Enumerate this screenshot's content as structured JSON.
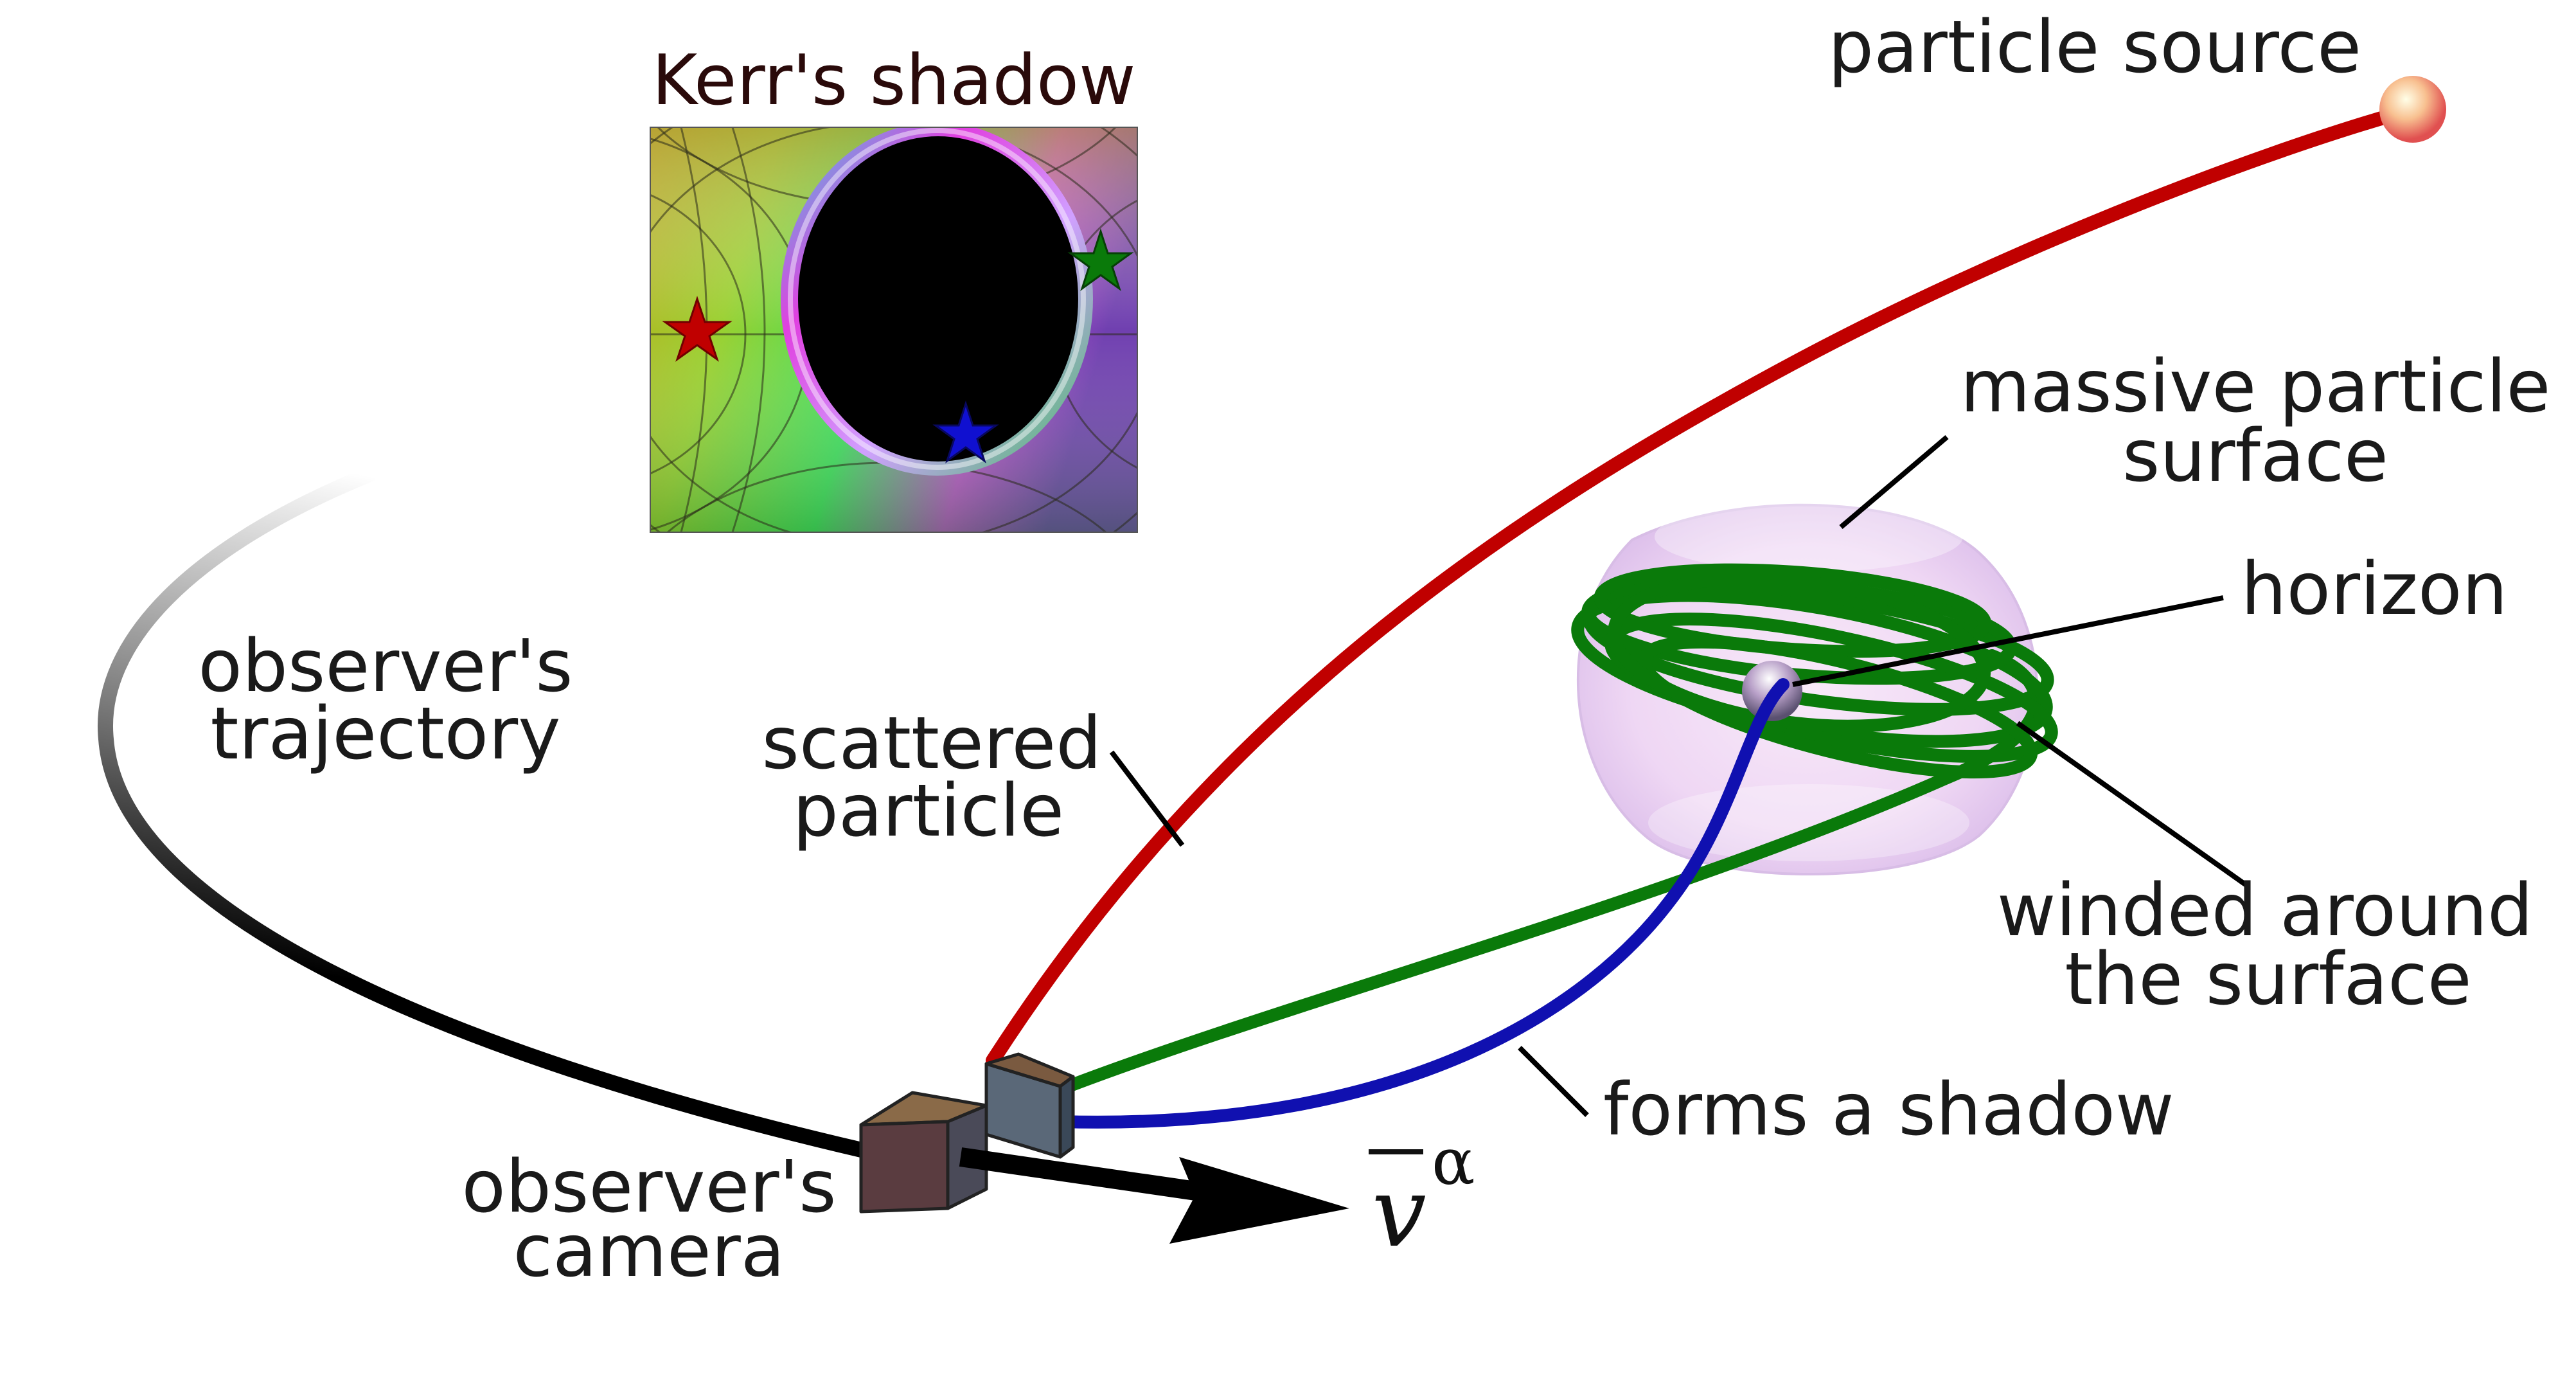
{
  "inset": {
    "title": "Kerr's shadow"
  },
  "labels": {
    "particle_source": "particle source",
    "massive_surface_line1": "massive particle",
    "massive_surface_line2": "surface",
    "horizon": "horizon",
    "observer_trajectory_line1": "observer's",
    "observer_trajectory_line2": "trajectory",
    "scattered_line1": "scattered",
    "scattered_line2": "particle",
    "winded_line1": "winded around",
    "winded_line2": "the surface",
    "forms_shadow": "forms a shadow",
    "camera_line1": "observer's",
    "camera_line2": "camera",
    "velocity_symbol": "v",
    "velocity_index": "α"
  },
  "colors": {
    "scattered_particle": "#c00000",
    "winded_particle": "#0a7a0a",
    "shadow_particle": "#1010b0",
    "surface": "#e8c8f0",
    "camera_front": "#5a3c40",
    "camera_back": "#5a6878",
    "camera_top": "#7a5a40"
  },
  "markers": [
    {
      "name": "red-star",
      "color": "#c00000"
    },
    {
      "name": "green-star",
      "color": "#0a7a0a"
    },
    {
      "name": "blue-star",
      "color": "#1010d0"
    }
  ]
}
